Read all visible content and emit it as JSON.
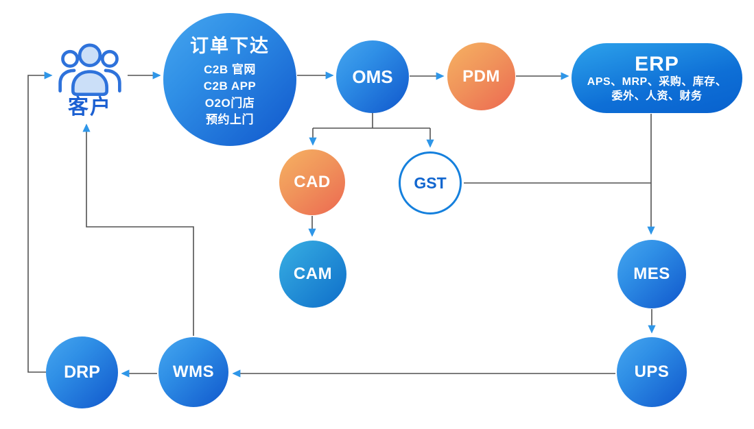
{
  "diagram": {
    "nodes": {
      "customer": {
        "label": "客户",
        "icon": "people-group-icon"
      },
      "order": {
        "title": "订单下达",
        "lines": [
          "C2B 官网",
          "C2B APP",
          "O2O门店",
          "预约上门"
        ]
      },
      "oms": {
        "label": "OMS"
      },
      "pdm": {
        "label": "PDM"
      },
      "erp": {
        "title": "ERP",
        "subtitle_line1": "APS、MRP、采购、库存、",
        "subtitle_line2": "委外、人资、财务"
      },
      "cad": {
        "label": "CAD"
      },
      "gst": {
        "label": "GST"
      },
      "cam": {
        "label": "CAM"
      },
      "mes": {
        "label": "MES"
      },
      "ups": {
        "label": "UPS"
      },
      "wms": {
        "label": "WMS"
      },
      "drp": {
        "label": "DRP"
      }
    },
    "flows": [
      {
        "from": "customer",
        "to": "order"
      },
      {
        "from": "order",
        "to": "oms"
      },
      {
        "from": "oms",
        "to": "pdm"
      },
      {
        "from": "pdm",
        "to": "erp"
      },
      {
        "from": "oms",
        "to": "cad"
      },
      {
        "from": "oms",
        "to": "gst"
      },
      {
        "from": "cad",
        "to": "cam"
      },
      {
        "from": "gst",
        "to": "erp-mes-line"
      },
      {
        "from": "erp",
        "to": "mes"
      },
      {
        "from": "mes",
        "to": "ups"
      },
      {
        "from": "ups",
        "to": "wms"
      },
      {
        "from": "wms",
        "to": "drp"
      },
      {
        "from": "drp",
        "to": "customer"
      },
      {
        "from": "wms",
        "to": "customer"
      }
    ],
    "colors": {
      "node_blue_light": "#47A6EF",
      "node_blue_dark": "#1057CC",
      "node_cyan_light": "#38AFE3",
      "node_cyan_dark": "#0E6EC9",
      "node_orange_light": "#F6B262",
      "node_orange_dark": "#EC6851",
      "gst_border": "#1580DD",
      "gst_text": "#1166CF",
      "customer_text": "#1C60D2",
      "customer_icon_stroke": "#2E72DB",
      "customer_icon_fill": "#CBDFF8",
      "connector_line": "#515151",
      "arrow_head": "#2E96E8",
      "background": "#FFFFFF"
    }
  }
}
